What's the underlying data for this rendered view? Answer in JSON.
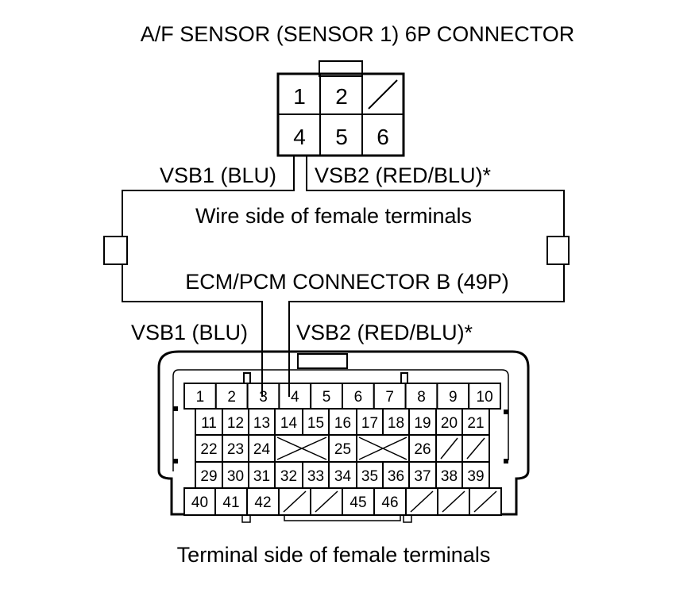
{
  "sensor_connector": {
    "title": "A/F SENSOR (SENSOR 1) 6P CONNECTOR",
    "pins": [
      "1",
      "2",
      "",
      "4",
      "5",
      "6"
    ],
    "wire_left": "VSB1 (BLU)",
    "wire_right": "VSB2 (RED/BLU)*",
    "caption": "Wire side of female terminals"
  },
  "ecm_connector": {
    "title": "ECM/PCM CONNECTOR B (49P)",
    "wire_left": "VSB1 (BLU)",
    "wire_right": "VSB2 (RED/BLU)*",
    "row1": [
      "1",
      "2",
      "3",
      "4",
      "5",
      "6",
      "7",
      "8",
      "9",
      "10"
    ],
    "row2": [
      "11",
      "12",
      "13",
      "14",
      "15",
      "16",
      "17",
      "18",
      "19",
      "20",
      "21"
    ],
    "row3": [
      "22",
      "23",
      "24",
      "",
      "25",
      "",
      "26",
      "",
      ""
    ],
    "row4": [
      "29",
      "30",
      "31",
      "32",
      "33",
      "34",
      "35",
      "36",
      "37",
      "38",
      "39"
    ],
    "row5": [
      "40",
      "41",
      "42",
      "",
      "",
      "45",
      "46",
      "",
      "",
      ""
    ],
    "caption": "Terminal side of female terminals"
  }
}
